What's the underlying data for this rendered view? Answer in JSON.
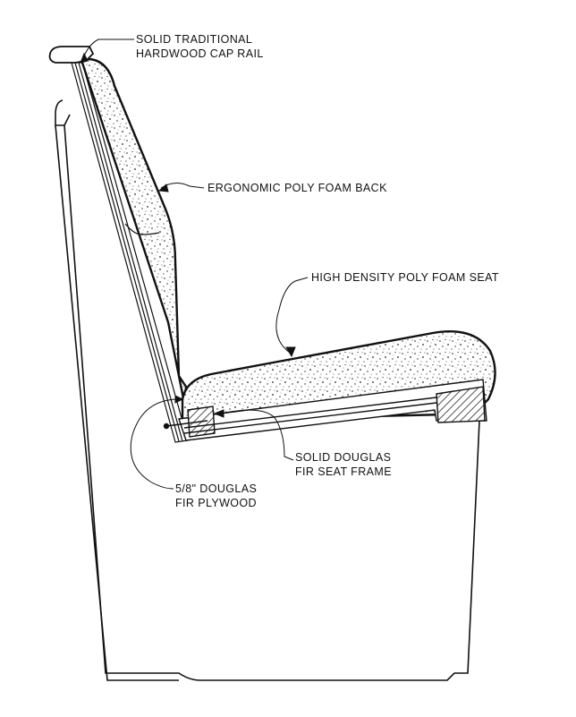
{
  "callouts": {
    "cap_rail": {
      "line1": "SOLID TRADITIONAL",
      "line2": "HARDWOOD CAP RAIL"
    },
    "foam_back": {
      "line1": "ERGONOMIC POLY FOAM BACK"
    },
    "foam_seat": {
      "line1": "HIGH DENSITY POLY FOAM SEAT"
    },
    "seat_frame": {
      "line1": "SOLID DOUGLAS",
      "line2": "FIR SEAT FRAME"
    },
    "plywood": {
      "line1": "5/8\" DOUGLAS",
      "line2": "FIR PLYWOOD"
    }
  }
}
